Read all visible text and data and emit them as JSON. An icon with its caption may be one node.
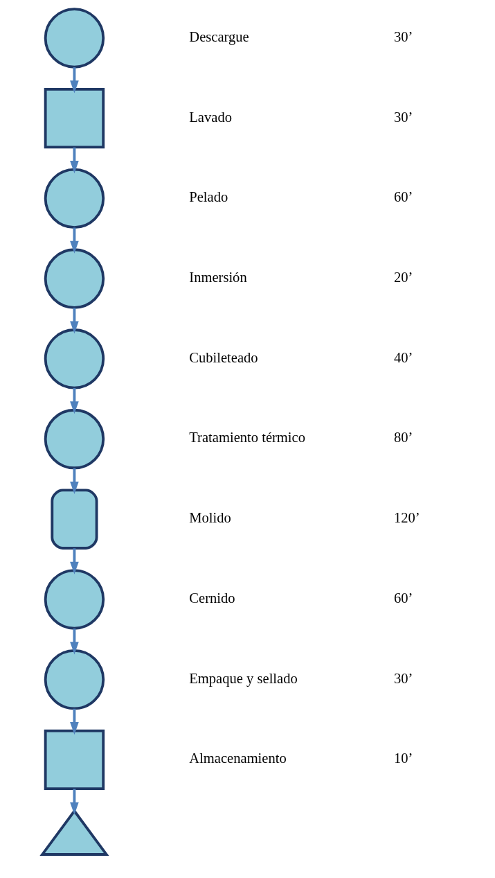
{
  "diagram": {
    "nodes": [
      {
        "text": [],
        "shape": "circle"
      },
      {
        "text": [],
        "shape": "square"
      },
      {
        "text": [],
        "shape": "circle"
      },
      {
        "text": [],
        "shape": "circle"
      },
      {
        "text": [],
        "shape": "circle"
      },
      {
        "text": [],
        "shape": "circle"
      },
      {
        "text": [],
        "shape": "delay"
      },
      {
        "text": [],
        "shape": "circle"
      },
      {
        "text": [],
        "shape": "circle"
      },
      {
        "text": [],
        "shape": "square"
      },
      {
        "text": [],
        "shape": "triangle"
      }
    ],
    "edges": [
      {
        "from": 0,
        "to": 1,
        "arrow": "to"
      },
      {
        "from": 1,
        "to": 2,
        "arrow": "to"
      },
      {
        "from": 2,
        "to": 3,
        "arrow": "to"
      },
      {
        "from": 3,
        "to": 4,
        "arrow": "to"
      },
      {
        "from": 4,
        "to": 5,
        "arrow": "to"
      },
      {
        "from": 5,
        "to": 6,
        "arrow": "to"
      },
      {
        "from": 6,
        "to": 7,
        "arrow": "to"
      },
      {
        "from": 7,
        "to": 8,
        "arrow": "to"
      },
      {
        "from": 8,
        "to": 9,
        "arrow": "to"
      },
      {
        "from": 9,
        "to": 10,
        "arrow": "to"
      }
    ],
    "labels": [
      "Descargue",
      "30’",
      "Lavado",
      "30’",
      "Pelado",
      "60’",
      "Inmersión",
      "20’",
      "Cubileteado",
      "40’",
      "Tratamiento térmico",
      "80’",
      "Molido",
      "120’",
      "Cernido",
      "60’",
      "Empaque y sellado",
      "30’",
      "Almacenamiento",
      "10’"
    ]
  }
}
